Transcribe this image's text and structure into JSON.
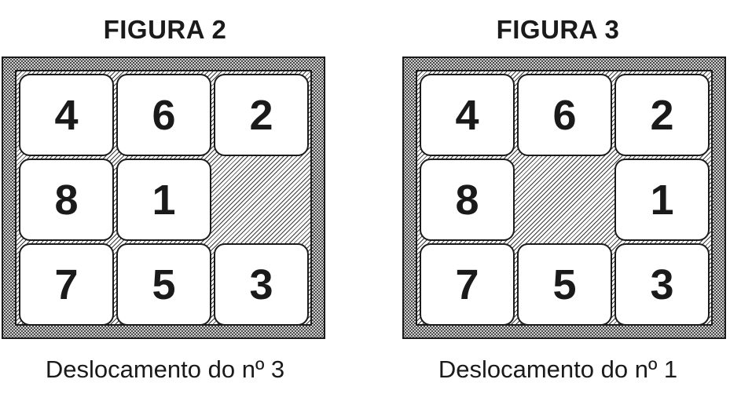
{
  "figures": [
    {
      "title": "FIGURA 2",
      "caption": "Deslocamento do nº 3",
      "tiles": [
        {
          "label": "4",
          "row": 0,
          "col": 0
        },
        {
          "label": "6",
          "row": 0,
          "col": 1
        },
        {
          "label": "2",
          "row": 0,
          "col": 2
        },
        {
          "label": "8",
          "row": 1,
          "col": 0
        },
        {
          "label": "1",
          "row": 1,
          "col": 1
        },
        {
          "label": "7",
          "row": 2,
          "col": 0
        },
        {
          "label": "5",
          "row": 2,
          "col": 1
        },
        {
          "label": "3",
          "row": 2,
          "col": 2
        }
      ],
      "empty": {
        "row": 1,
        "col": 2
      }
    },
    {
      "title": "FIGURA 3",
      "caption": "Deslocamento do nº 1",
      "tiles": [
        {
          "label": "4",
          "row": 0,
          "col": 0
        },
        {
          "label": "6",
          "row": 0,
          "col": 1
        },
        {
          "label": "2",
          "row": 0,
          "col": 2
        },
        {
          "label": "8",
          "row": 1,
          "col": 0
        },
        {
          "label": "1",
          "row": 1,
          "col": 2
        },
        {
          "label": "7",
          "row": 2,
          "col": 0
        },
        {
          "label": "5",
          "row": 2,
          "col": 1
        },
        {
          "label": "3",
          "row": 2,
          "col": 2
        }
      ],
      "empty": {
        "row": 1,
        "col": 1
      }
    }
  ],
  "colors": {
    "ink": "#1a1a1a",
    "tile_background": "#ffffff",
    "frame_texture": "#cfcfcf"
  }
}
